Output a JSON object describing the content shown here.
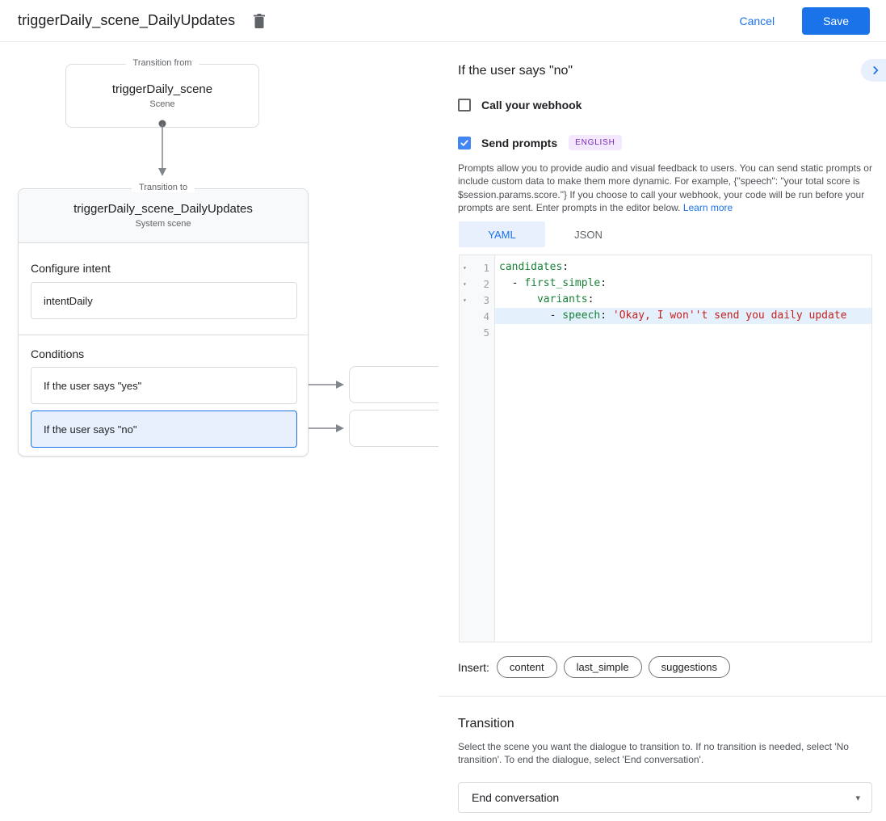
{
  "header": {
    "title": "triggerDaily_scene_DailyUpdates",
    "cancel_label": "Cancel",
    "save_label": "Save"
  },
  "diagram": {
    "from_box": {
      "legend": "Transition from",
      "title": "triggerDaily_scene",
      "subtitle": "Scene"
    },
    "to_box": {
      "legend": "Transition to",
      "title": "triggerDaily_scene_DailyUpdates",
      "subtitle": "System scene",
      "intent_label": "Configure intent",
      "intent_value": "intentDaily",
      "conditions_label": "Conditions",
      "conditions": [
        {
          "label": "If the user says \"yes\"",
          "selected": false
        },
        {
          "label": "If the user says \"no\"",
          "selected": true
        }
      ]
    }
  },
  "panel": {
    "heading": "If the user says \"no\"",
    "webhook_label": "Call your webhook",
    "prompts_label": "Send prompts",
    "language_badge": "ENGLISH",
    "description": "Prompts allow you to provide audio and visual feedback to users. You can send static prompts or include custom data to make them more dynamic. For example, {\"speech\": \"your total score is $session.params.score.\"} If you choose to call your webhook, your code will be run before your prompts are sent. Enter prompts in the editor below. ",
    "learn_more_label": "Learn more",
    "tabs": [
      {
        "label": "YAML",
        "selected": true
      },
      {
        "label": "JSON",
        "selected": false
      }
    ],
    "editor": {
      "lines": [
        {
          "num": "1",
          "tokens": [
            {
              "t": "candidates",
              "c": "key"
            },
            {
              "t": ":",
              "c": "plain"
            }
          ]
        },
        {
          "num": "2",
          "tokens": [
            {
              "t": "  - ",
              "c": "plain"
            },
            {
              "t": "first_simple",
              "c": "key"
            },
            {
              "t": ":",
              "c": "plain"
            }
          ]
        },
        {
          "num": "3",
          "tokens": [
            {
              "t": "      ",
              "c": "plain"
            },
            {
              "t": "variants",
              "c": "key"
            },
            {
              "t": ":",
              "c": "plain"
            }
          ]
        },
        {
          "num": "4",
          "highlighted": true,
          "tokens": [
            {
              "t": "        - ",
              "c": "plain"
            },
            {
              "t": "speech",
              "c": "key"
            },
            {
              "t": ": ",
              "c": "plain"
            },
            {
              "t": "'Okay, I won''t send you daily update",
              "c": "string"
            }
          ]
        },
        {
          "num": "5",
          "tokens": []
        }
      ]
    },
    "insert": {
      "label": "Insert:",
      "chips": [
        "content",
        "last_simple",
        "suggestions"
      ]
    },
    "transition": {
      "heading": "Transition",
      "description": "Select the scene you want the dialogue to transition to. If no transition is needed, select 'No transition'. To end the dialogue, select 'End conversation'.",
      "select_value": "End conversation"
    }
  },
  "icons": {
    "fold": "▾",
    "caret": "▾"
  },
  "colors": {
    "accent": "#1a73e8",
    "checkbox_checked": "#4285f4",
    "selected_condition_bg": "#e8f0fe",
    "badge_bg": "#f3e8fd",
    "badge_text": "#7627bb",
    "code_key": "#188038",
    "code_string": "#c5221f",
    "highlight_line_bg": "#e4f0fc"
  }
}
